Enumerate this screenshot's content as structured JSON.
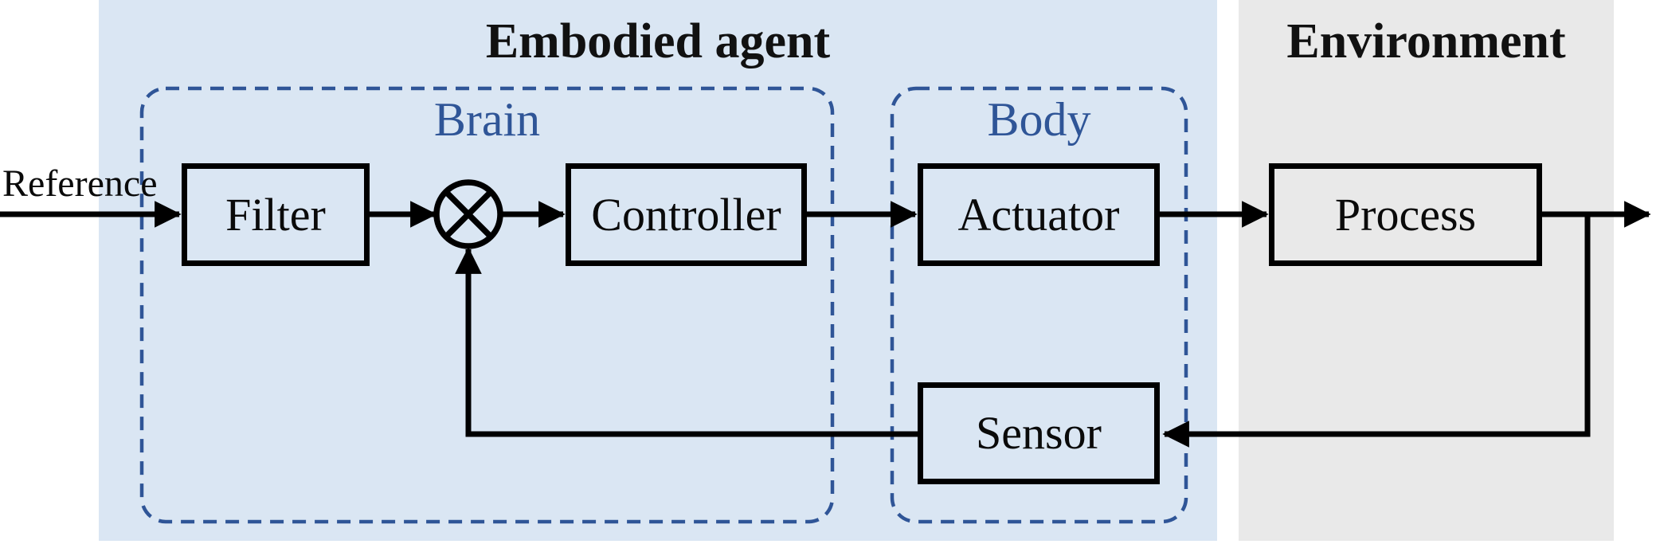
{
  "diagram": {
    "type": "block-diagram",
    "regions": {
      "agent": {
        "title": "Embodied agent",
        "bg_color": "#dae6f3"
      },
      "environment": {
        "title": "Environment",
        "bg_color": "#e9e9e9"
      }
    },
    "groups": {
      "brain": {
        "label": "Brain",
        "outline_color": "#2f5597",
        "outline_style": "dashed"
      },
      "body": {
        "label": "Body",
        "outline_color": "#2f5597",
        "outline_style": "dashed"
      }
    },
    "nodes": {
      "filter": {
        "label": "Filter",
        "group": "brain"
      },
      "controller": {
        "label": "Controller",
        "group": "brain"
      },
      "actuator": {
        "label": "Actuator",
        "group": "body"
      },
      "process": {
        "label": "Process",
        "group": "environment"
      },
      "sensor": {
        "label": "Sensor",
        "group": "body"
      }
    },
    "junction": {
      "icon": "multiply-circle-icon",
      "symbol": "⊗",
      "group": "brain"
    },
    "input_label": "Reference",
    "edges": [
      {
        "from": "reference-input",
        "to": "filter"
      },
      {
        "from": "filter",
        "to": "junction"
      },
      {
        "from": "junction",
        "to": "controller"
      },
      {
        "from": "controller",
        "to": "actuator"
      },
      {
        "from": "actuator",
        "to": "process"
      },
      {
        "from": "process",
        "to": "output"
      },
      {
        "from": "process",
        "to": "sensor",
        "style": "feedback"
      },
      {
        "from": "sensor",
        "to": "junction",
        "style": "feedback"
      }
    ],
    "colors": {
      "accent_blue": "#2f5597",
      "agent_bg": "#dae6f3",
      "environment_bg": "#e9e9e9",
      "line": "#000000",
      "page_bg": "#ffffff"
    }
  }
}
